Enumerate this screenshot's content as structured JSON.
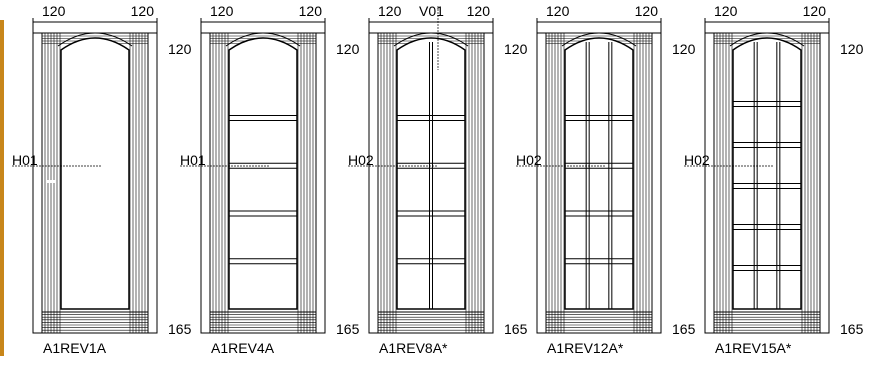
{
  "doors": [
    {
      "code": "A1REV1A",
      "top_dims": [
        "120",
        "120"
      ],
      "side_top": "120",
      "side_bottom": "165",
      "marker": "H01",
      "grid": {
        "cols": 1,
        "rows": 1
      }
    },
    {
      "code": "A1REV4A",
      "top_dims": [
        "120",
        "120"
      ],
      "side_top": "120",
      "side_bottom": "165",
      "marker": "H01",
      "grid": {
        "cols": 1,
        "rows": 4
      }
    },
    {
      "code": "A1REV8A*",
      "top_dims": [
        "120",
        "120"
      ],
      "top_marker": "V01",
      "side_top": "120",
      "side_bottom": "165",
      "marker": "H02",
      "grid": {
        "cols": 2,
        "rows": 4
      }
    },
    {
      "code": "A1REV12A*",
      "top_dims": [
        "120",
        "120"
      ],
      "side_top": "120",
      "side_bottom": "165",
      "marker": "H02",
      "grid": {
        "cols": 3,
        "rows": 4
      }
    },
    {
      "code": "A1REV15A*",
      "top_dims": [
        "120",
        "120"
      ],
      "side_top": "120",
      "side_bottom": "165",
      "marker": "H02",
      "grid": {
        "cols": 3,
        "rows": 5
      }
    }
  ],
  "colors": {
    "line": "#000000",
    "accent_strip": "#c8861a",
    "background": "#ffffff"
  }
}
